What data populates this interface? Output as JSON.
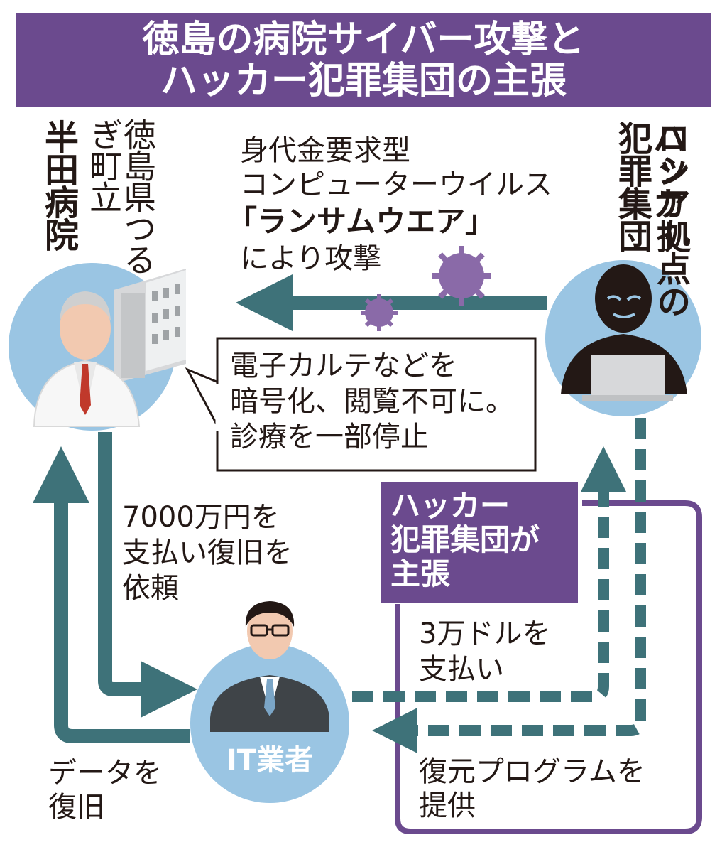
{
  "title": {
    "line1": "徳島の病院サイバー攻撃と",
    "line2": "ハッカー犯罪集団の主張"
  },
  "hospital": {
    "name": "半田病院",
    "location": "徳島県つるぎ町立"
  },
  "hacker_group": {
    "line1": "ロシア拠点の",
    "line2": "ハッカー犯罪集団"
  },
  "attack_label": {
    "line1": "身代金要求型",
    "line2": "コンピューターウイルス",
    "line3": "「ランサムウエア」",
    "line4": "により攻撃"
  },
  "callout": {
    "line1": "電子カルテなどを",
    "line2": "暗号化、閲覧不可に。",
    "line3": "診療を一部停止"
  },
  "request_label": {
    "line1": "7000万円を",
    "line2": "支払い復旧を",
    "line3": "依頼"
  },
  "claim_box": {
    "line1": "ハッカー",
    "line2": "犯罪集団が",
    "line3": "主張"
  },
  "payment_label": {
    "line1": "3万ドルを",
    "line2": "支払い"
  },
  "program_label": {
    "line1": "復元プログラムを",
    "line2": "提供"
  },
  "restore_label": {
    "line1": "データを",
    "line2": "復旧"
  },
  "it_vendor": {
    "label": "IT業者"
  },
  "colors": {
    "title_bg": "#6b4a8e",
    "arrow_teal": "#3e7279",
    "circle_blue": "#9ac5e3",
    "claim_purple": "#6b4a8e",
    "virus": "#8a6aa8"
  }
}
